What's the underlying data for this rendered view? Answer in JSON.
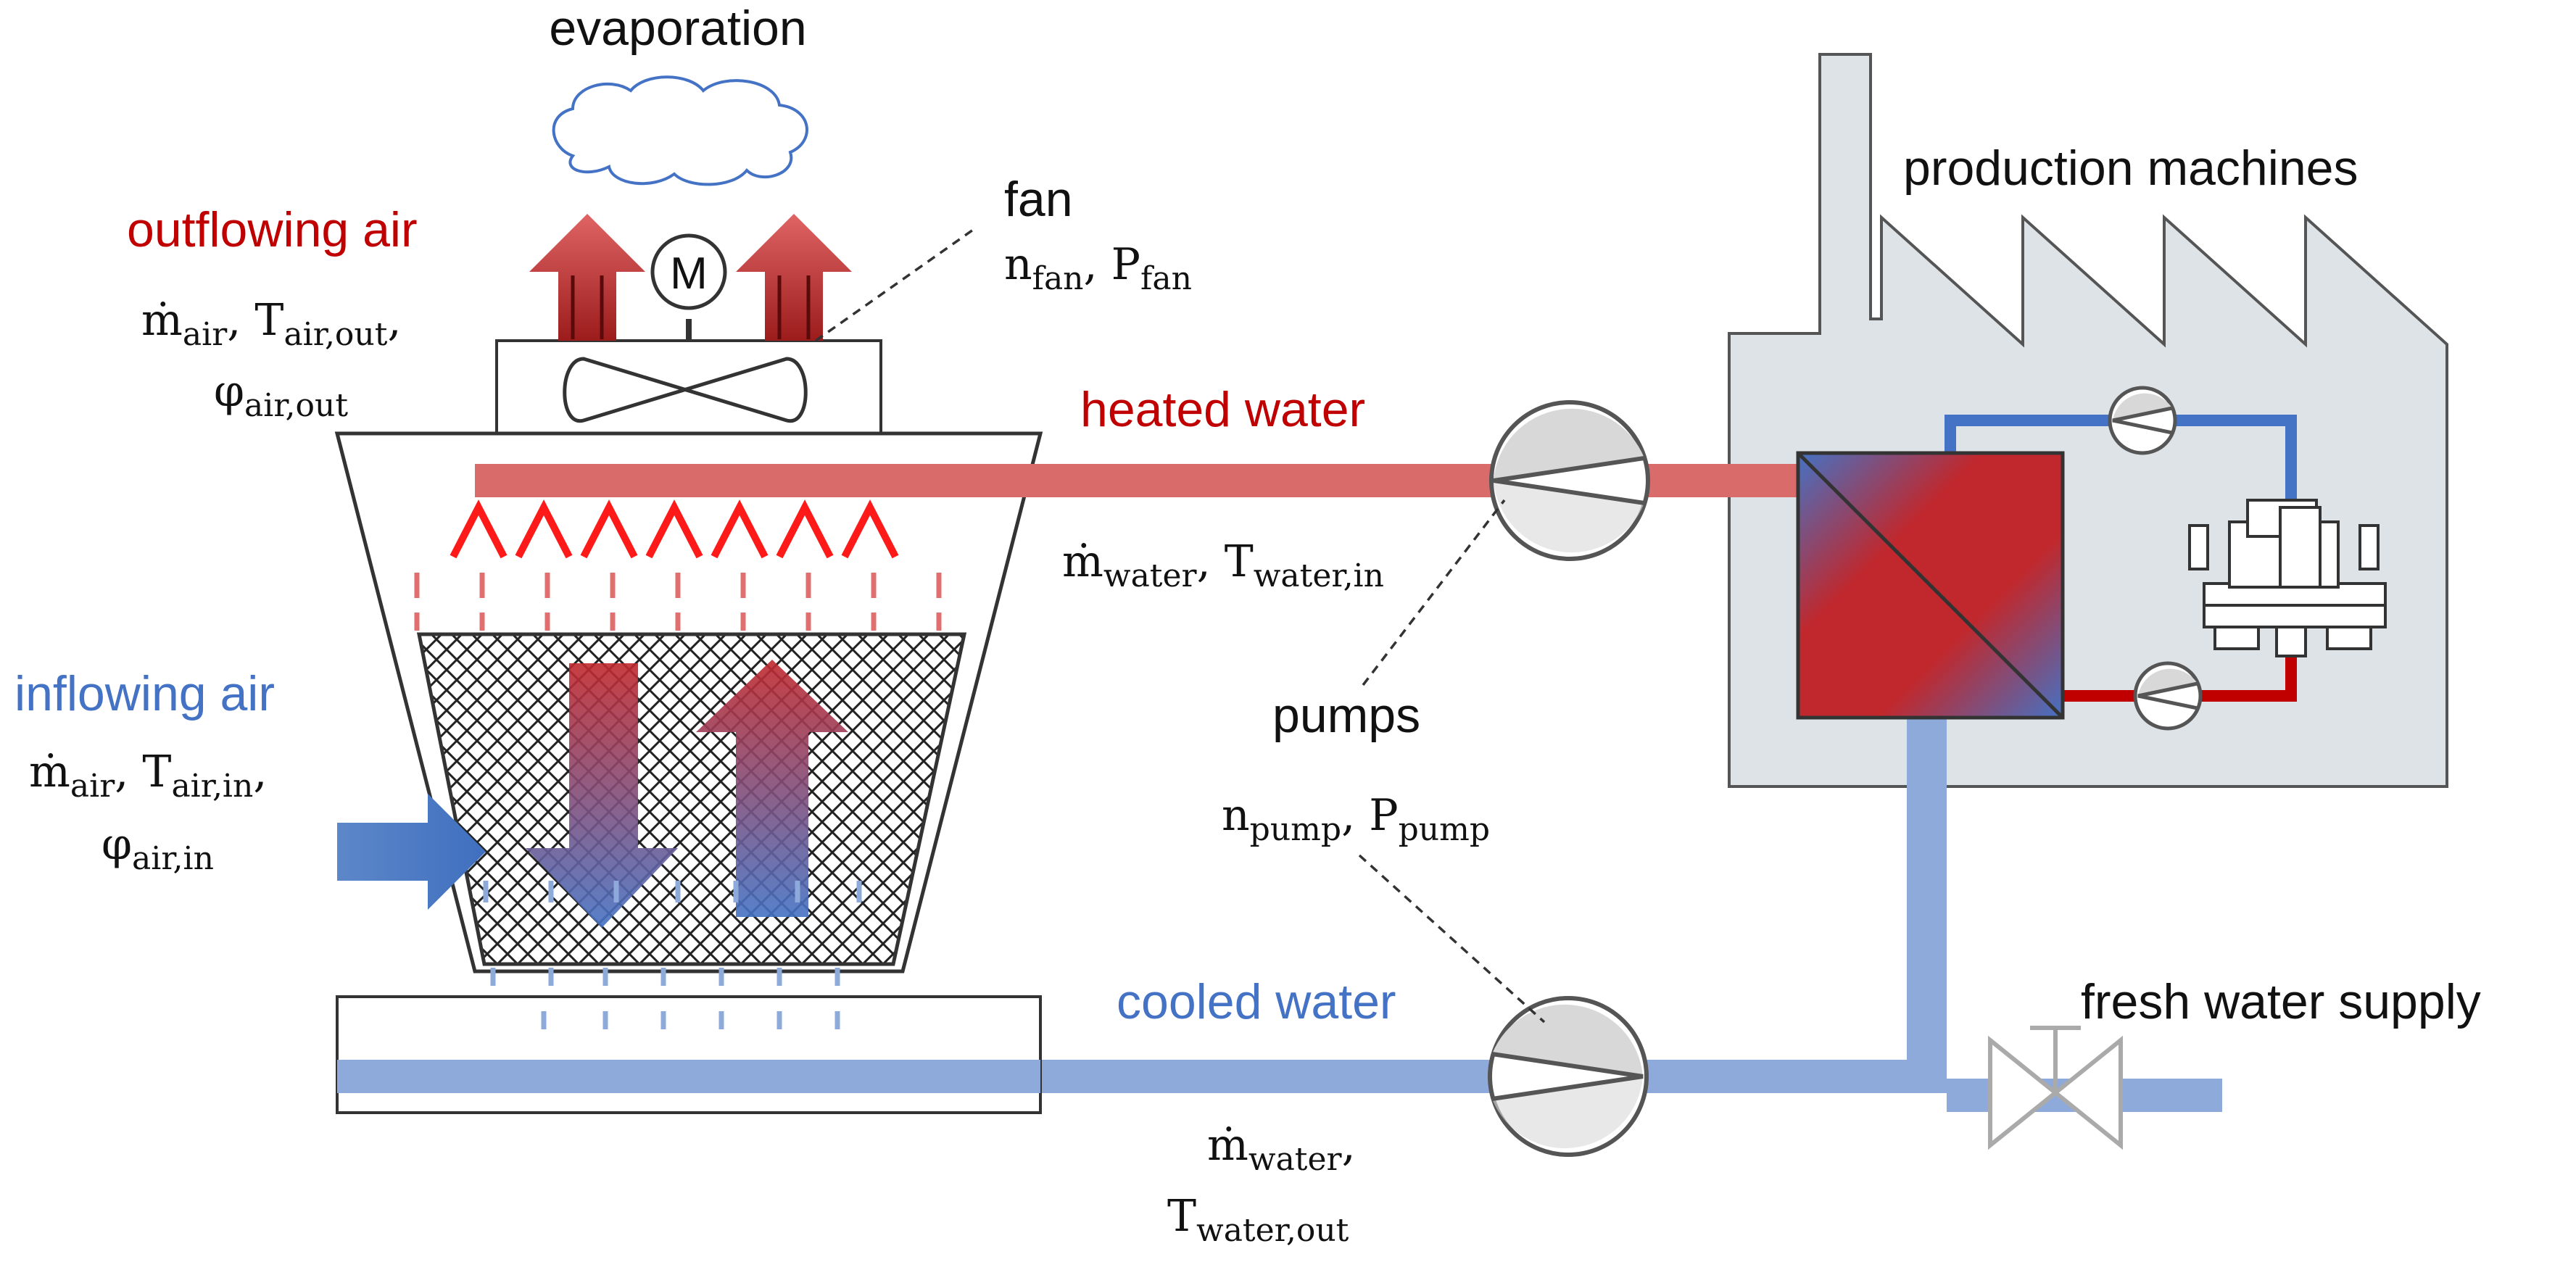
{
  "labels": {
    "evaporation": "evaporation",
    "outflowing_air": "outflowing air",
    "fan": "fan",
    "heated_water": "heated water",
    "production_machines": "production machines",
    "inflowing_air": "inflowing air",
    "pumps": "pumps",
    "cooled_water": "cooled water",
    "fresh_water_supply": "fresh water supply",
    "motor": "M"
  },
  "variables": {
    "outflowing_air": [
      {
        "base": "ṁ",
        "sub": "air"
      },
      {
        "base": "T",
        "sub": "air,out"
      },
      {
        "base": "φ",
        "sub": "air,out"
      }
    ],
    "fan": [
      {
        "base": "n",
        "sub": "fan"
      },
      {
        "base": "P",
        "sub": "fan"
      }
    ],
    "heated_water": [
      {
        "base": "ṁ",
        "sub": "water"
      },
      {
        "base": "T",
        "sub": "water,in"
      }
    ],
    "inflowing_air": [
      {
        "base": "ṁ",
        "sub": "air"
      },
      {
        "base": "T",
        "sub": "air,in"
      },
      {
        "base": "φ",
        "sub": "air,in"
      }
    ],
    "pumps": [
      {
        "base": "n",
        "sub": "pump"
      },
      {
        "base": "P",
        "sub": "pump"
      }
    ],
    "cooled_water": [
      {
        "base": "ṁ",
        "sub": "water"
      },
      {
        "base": "T",
        "sub": "water,out"
      }
    ]
  },
  "colors": {
    "hot": "#c00000",
    "hot_pipe": "#d96b6b",
    "cold": "#4472c4",
    "cold_pipe": "#8eaadb",
    "building": "#dde3e7",
    "outline": "#333333"
  }
}
